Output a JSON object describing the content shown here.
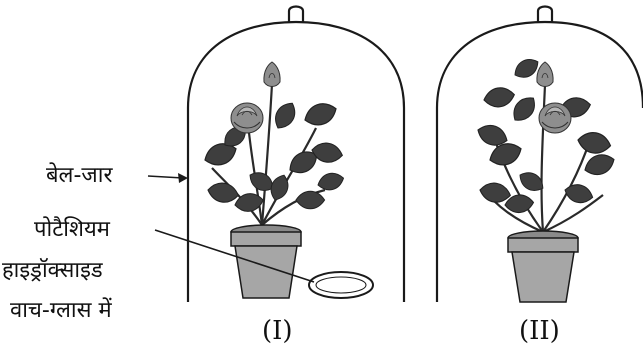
{
  "labels": {
    "bell_jar": "बेल-जार",
    "koh_line1": "पोटैशियम",
    "koh_line2": "हाइड्रॉक्साइड",
    "koh_line3": "वाच-ग्लास में"
  },
  "captions": {
    "setup_1": "(I)",
    "setup_2": "(II)"
  },
  "colors": {
    "leaf": "#3e3e3e",
    "rose": "#8e8e8e",
    "pot": "#a6a6a6",
    "pot_rim": "#8a8a8a",
    "stroke": "#1a1a1a"
  }
}
